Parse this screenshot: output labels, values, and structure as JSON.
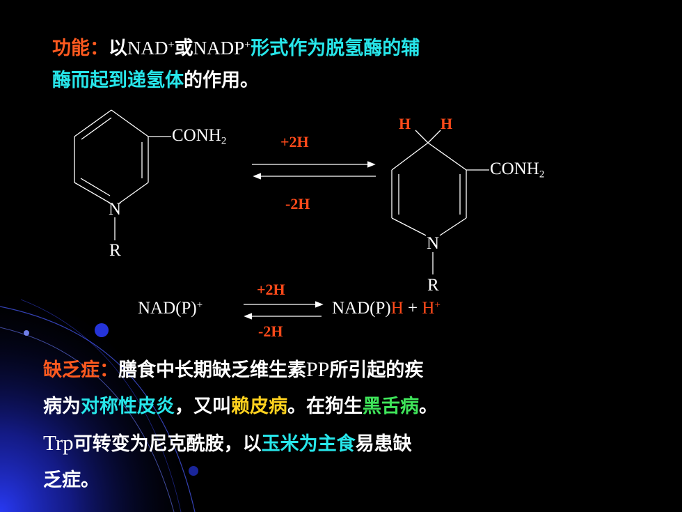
{
  "function_para": {
    "heading": "功能：",
    "t1": "以",
    "nad": "NAD",
    "plus1": "+",
    "t2": "或",
    "nadp": "NADP",
    "plus2": "+",
    "t3": "形式作为脱氢酶的辅",
    "t4": "酶而起到递氢体",
    "t5": "的作用。"
  },
  "reaction1": {
    "left_substituent": "CONH",
    "left_sub": "2",
    "left_n": "N",
    "left_r": "R",
    "forward": "+2H",
    "reverse": "-2H",
    "right_h1": "H",
    "right_h2": "H",
    "right_substituent": "CONH",
    "right_sub": "2",
    "right_n": "N",
    "right_r": "R"
  },
  "reaction2": {
    "reactant": "NAD(P)",
    "reactant_sup": "+",
    "forward": "+2H",
    "reverse": "-2H",
    "product": "NAD(P)",
    "product_h": "H",
    "plus": " + ",
    "proton": "H",
    "proton_sup": "+"
  },
  "deficiency_para": {
    "heading": "缺乏症：",
    "t1": "膳食中长期缺乏维生素",
    "pp": "PP",
    "t2": "所引起的疾",
    "t3": "病为",
    "t4": "对称性皮炎",
    "t5": "，又叫",
    "t6": "赖皮病",
    "t7": "。在狗生",
    "t8": "黑舌病",
    "t9": "。",
    "trp": "Trp",
    "t10": "可转变为尼克酰胺，以",
    "t11": "玉米为主食",
    "t12": "易患缺",
    "t13": "乏症。"
  },
  "colors": {
    "background": "#000000",
    "heading": "#ff5a1f",
    "highlight_cyan": "#27e6ea",
    "highlight_yellow": "#ffd21e",
    "highlight_green": "#3fe55a",
    "reaction_label_red": "#ff4a1a"
  }
}
